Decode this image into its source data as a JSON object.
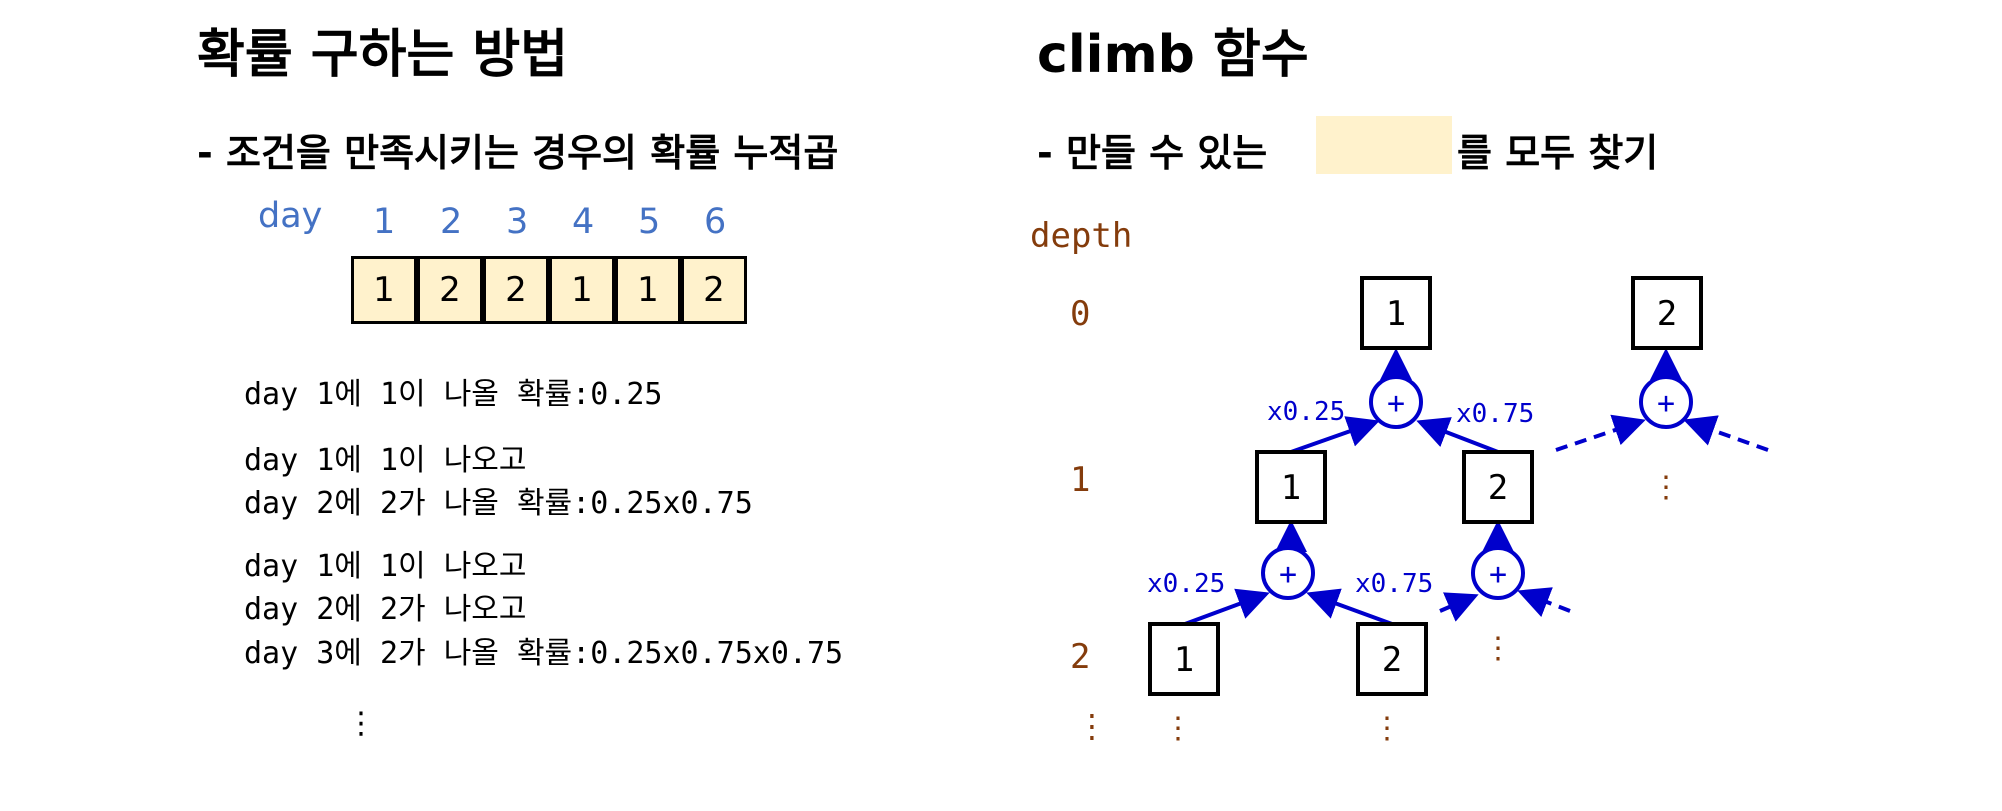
{
  "left": {
    "title": "확률 구하는 방법",
    "subtitle": "- 조건을 만족시키는 경우의 확률 누적곱",
    "day_label": "day",
    "day_numbers": [
      "1",
      "2",
      "3",
      "4",
      "5",
      "6"
    ],
    "array_values": [
      "1",
      "2",
      "2",
      "1",
      "1",
      "2"
    ],
    "examples": [
      [
        "day 1에 1이 나올 확률:0.25"
      ],
      [
        "day 1에 1이 나오고",
        "day 2에 2가 나올 확률:0.25x0.75"
      ],
      [
        "day 1에 1이 나오고",
        "day 2에 2가 나오고",
        "day 3에 2가 나올 확률:0.25x0.75x0.75"
      ]
    ],
    "ellipsis": "⋮"
  },
  "right": {
    "title": "climb 함수",
    "subtitle_before": "- 만들 수 있는",
    "subtitle_after": "를 모두 찾기",
    "depth_label": "depth",
    "depths": [
      "0",
      "1",
      "2",
      "⋮"
    ],
    "weights": {
      "top_left": "x0.25",
      "top_right": "x0.75",
      "bottom_left": "x0.25",
      "bottom_right": "x0.75"
    },
    "nodes": {
      "root_1": "1",
      "root_2": "2",
      "mid_1": "1",
      "mid_2": "2",
      "leaf_1": "1",
      "leaf_2": "2"
    },
    "plus_symbol": "+",
    "ellipsis": "⋮"
  },
  "colors": {
    "accent_blue": "#4472C4",
    "tree_blue": "#0000CC",
    "depth_brown": "#843C0C",
    "highlight_fill": "#FFF2CC"
  }
}
